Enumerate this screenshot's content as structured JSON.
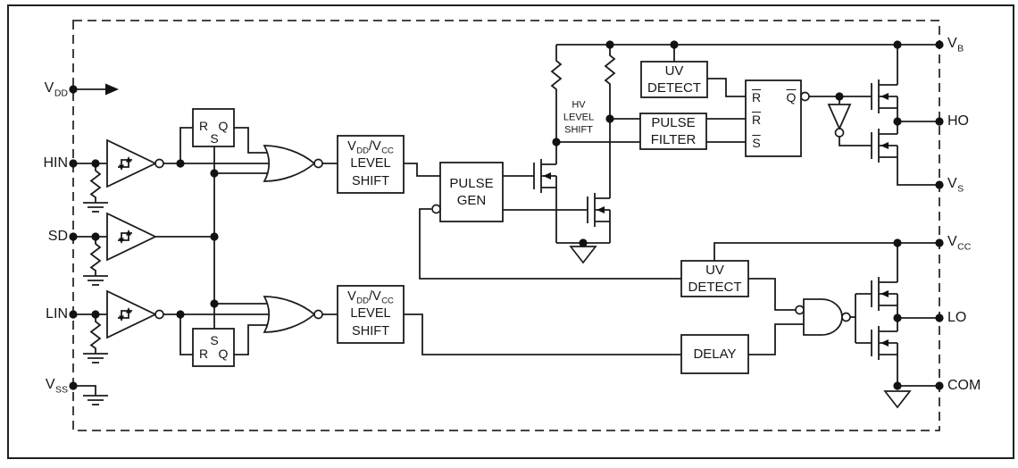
{
  "pins": {
    "vdd": {
      "base": "V",
      "sub": "DD"
    },
    "hin": {
      "label": "HIN"
    },
    "sd": {
      "label": "SD"
    },
    "lin": {
      "label": "LIN"
    },
    "vss": {
      "base": "V",
      "sub": "SS"
    },
    "vb": {
      "base": "V",
      "sub": "B"
    },
    "ho": {
      "label": "HO"
    },
    "vs": {
      "base": "V",
      "sub": "S"
    },
    "vcc": {
      "base": "V",
      "sub": "CC"
    },
    "lo": {
      "label": "LO"
    },
    "com": {
      "label": "COM"
    }
  },
  "blocks": {
    "level_shift": {
      "part1": "V",
      "part1_sub": "DD",
      "separator": "/",
      "part2": "V",
      "part2_sub": "CC",
      "line2": "LEVEL",
      "line3": "SHIFT"
    },
    "hv_level_shift": {
      "line1": "HV",
      "line2": "LEVEL",
      "line3": "SHIFT"
    },
    "pulse_gen": {
      "line1": "PULSE",
      "line2": "GEN"
    },
    "uv_detect_high": {
      "line1": "UV",
      "line2": "DETECT"
    },
    "pulse_filter": {
      "line1": "PULSE",
      "line2": "FILTER"
    },
    "uv_detect_low": {
      "line1": "UV",
      "line2": "DETECT"
    },
    "delay": {
      "line1": "DELAY"
    }
  },
  "latches": {
    "hin_latch": {
      "r": "R",
      "s": "S",
      "q": "Q"
    },
    "lin_latch": {
      "s": "S",
      "r": "R",
      "q": "Q"
    },
    "ho_latch": {
      "r1": "R",
      "r2": "R",
      "s": "S",
      "q": "Q"
    }
  },
  "colors": {
    "ink": "#1c1c1c",
    "background": "#ffffff"
  }
}
